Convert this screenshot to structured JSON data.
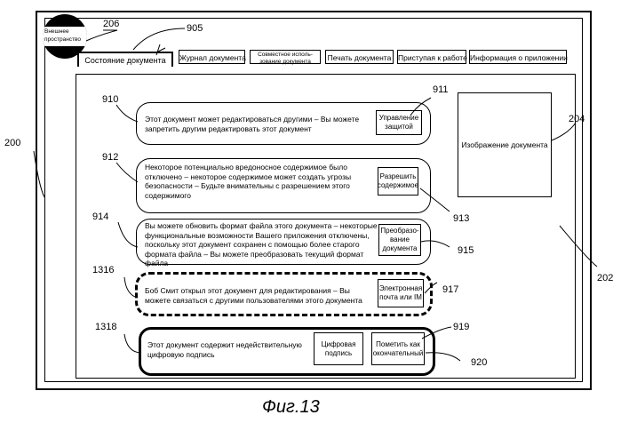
{
  "workspace_label": "Внешнее пространство",
  "tabs": {
    "active": "Состояние документа",
    "items": [
      "Журнал документа",
      "Совместное исполь-зование документа",
      "Печать документа",
      "Приступая к работе",
      "Информация о приложении"
    ]
  },
  "panels": [
    {
      "text": "Этот документ может редактироваться другими – Вы можете запретить другим редактировать этот документ",
      "button": "Управление защитой"
    },
    {
      "text": "Некоторое потенциально вредоносное содержимое было отключено – некоторое содержимое может создать угрозы безопасности – Будьте внимательны с разрешением этого содержимого",
      "button": "Разрешить содержимое"
    },
    {
      "text": "Вы можете обновить формат файла этого документа – некоторые функциональные возможности Вашего приложения отключены, поскольку этот документ сохранен с помощью более старого формата файла – Вы можете преобразовать текущий формат файла",
      "button": "Преобразо-вание документа"
    },
    {
      "text": "Боб Смит открыл этот документ для редактирования – Вы можете связаться с другими пользователями этого документа",
      "button": "Электронная почта или IM"
    },
    {
      "text": "Этот документ содержит недействительную цифровую подпись",
      "button1": "Цифровая подпись",
      "button2": "Пометить как окончательный"
    }
  ],
  "document_image": "Изображение документа",
  "refs": {
    "r200": "200",
    "r202": "202",
    "r204": "204",
    "r206": "206",
    "r905": "905",
    "r910": "910",
    "r911": "911",
    "r912": "912",
    "r913": "913",
    "r914": "914",
    "r915": "915",
    "r1316": "1316",
    "r917": "917",
    "r1318": "1318",
    "r919": "919",
    "r920": "920"
  },
  "caption": "Фиг.13"
}
